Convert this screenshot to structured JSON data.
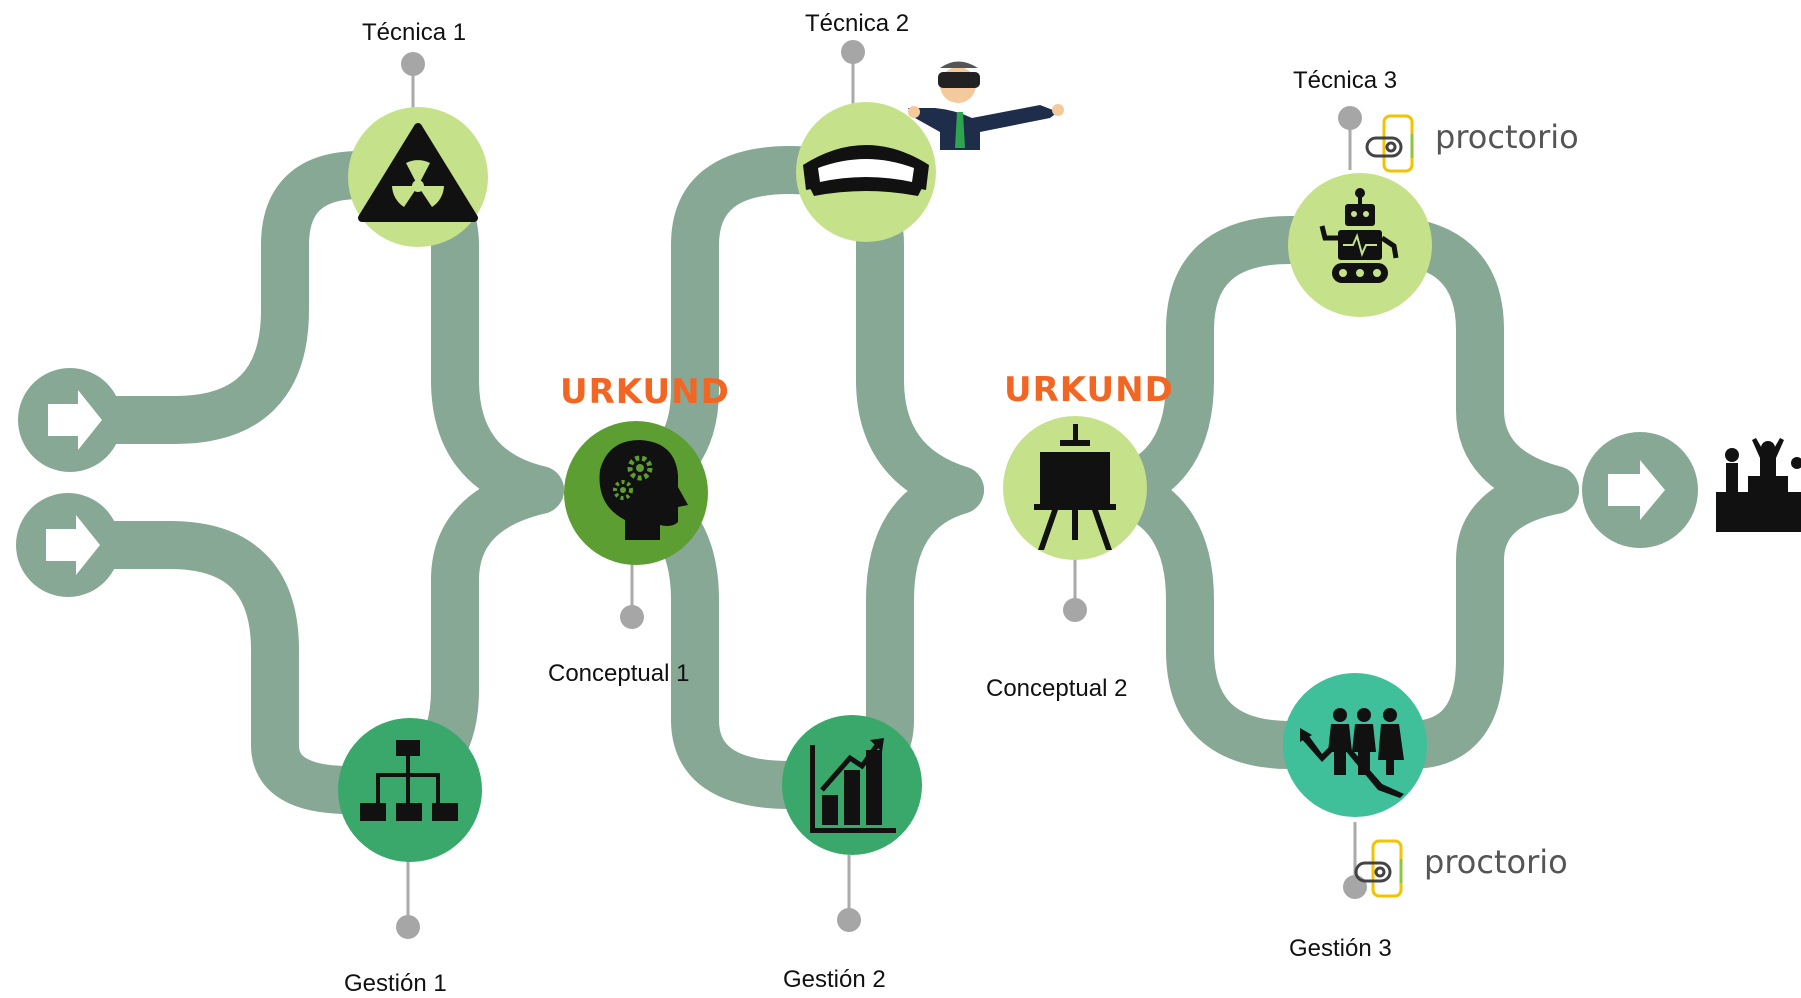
{
  "nodes": {
    "tecnica1": {
      "label": "Técnica 1",
      "icon": "radiation-icon",
      "color": "#c5e28a"
    },
    "tecnica2": {
      "label": "Técnica 2",
      "icon": "vr-goggles-icon",
      "color": "#c5e28a"
    },
    "tecnica3": {
      "label": "Técnica 3",
      "icon": "robot-icon",
      "color": "#c5e28a"
    },
    "conceptual1": {
      "label": "Conceptual 1",
      "icon": "brain-gears-icon",
      "color": "#5c9e31"
    },
    "conceptual2": {
      "label": "Conceptual 2",
      "icon": "easel-icon",
      "color": "#c5e28a"
    },
    "gestion1": {
      "label": "Gestión 1",
      "icon": "org-chart-icon",
      "color": "#39a86a"
    },
    "gestion2": {
      "label": "Gestión 2",
      "icon": "bar-chart-icon",
      "color": "#39a86a"
    },
    "gestion3": {
      "label": "Gestión 3",
      "icon": "team-growth-icon",
      "color": "#3fbf9a"
    }
  },
  "brands": {
    "urkund_1": "URKUND",
    "urkund_2": "URKUND",
    "proctorio_1": "proctorio",
    "proctorio_2": "proctorio"
  },
  "colors": {
    "path": "#86a894",
    "connector": "#999999",
    "urkund": "#f26522",
    "proctorio_yellow": "#f2c300",
    "proctorio_green": "#8cc63f"
  }
}
